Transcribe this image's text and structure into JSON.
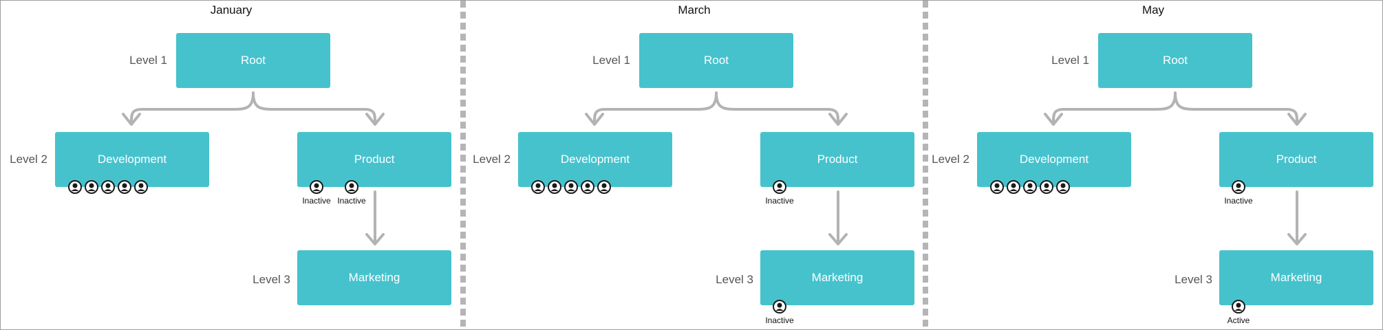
{
  "panels": [
    {
      "month": "January",
      "levels": [
        "Level 1",
        "Level 2",
        "Level 3"
      ],
      "nodes": {
        "root": "Root",
        "development": "Development",
        "product": "Product",
        "marketing": "Marketing"
      },
      "members": {
        "development": {
          "count": 5
        },
        "product": {
          "count": 2,
          "statuses": [
            "Inactive",
            "Inactive"
          ]
        },
        "marketing": {
          "count": 0,
          "statuses": []
        }
      }
    },
    {
      "month": "March",
      "levels": [
        "Level 1",
        "Level 2",
        "Level 3"
      ],
      "nodes": {
        "root": "Root",
        "development": "Development",
        "product": "Product",
        "marketing": "Marketing"
      },
      "members": {
        "development": {
          "count": 5
        },
        "product": {
          "count": 1,
          "statuses": [
            "Inactive"
          ]
        },
        "marketing": {
          "count": 1,
          "statuses": [
            "Inactive"
          ]
        }
      }
    },
    {
      "month": "May",
      "levels": [
        "Level 1",
        "Level 2",
        "Level 3"
      ],
      "nodes": {
        "root": "Root",
        "development": "Development",
        "product": "Product",
        "marketing": "Marketing"
      },
      "members": {
        "development": {
          "count": 5
        },
        "product": {
          "count": 1,
          "statuses": [
            "Inactive"
          ]
        },
        "marketing": {
          "count": 1,
          "statuses": [
            "Active"
          ]
        }
      }
    }
  ],
  "icons": {
    "member": "user-avatar-icon"
  },
  "colors": {
    "node_fill": "#46c2cd",
    "node_text": "#ffffff",
    "connector": "#b3b3b3",
    "divider": "#b5b5b5"
  }
}
